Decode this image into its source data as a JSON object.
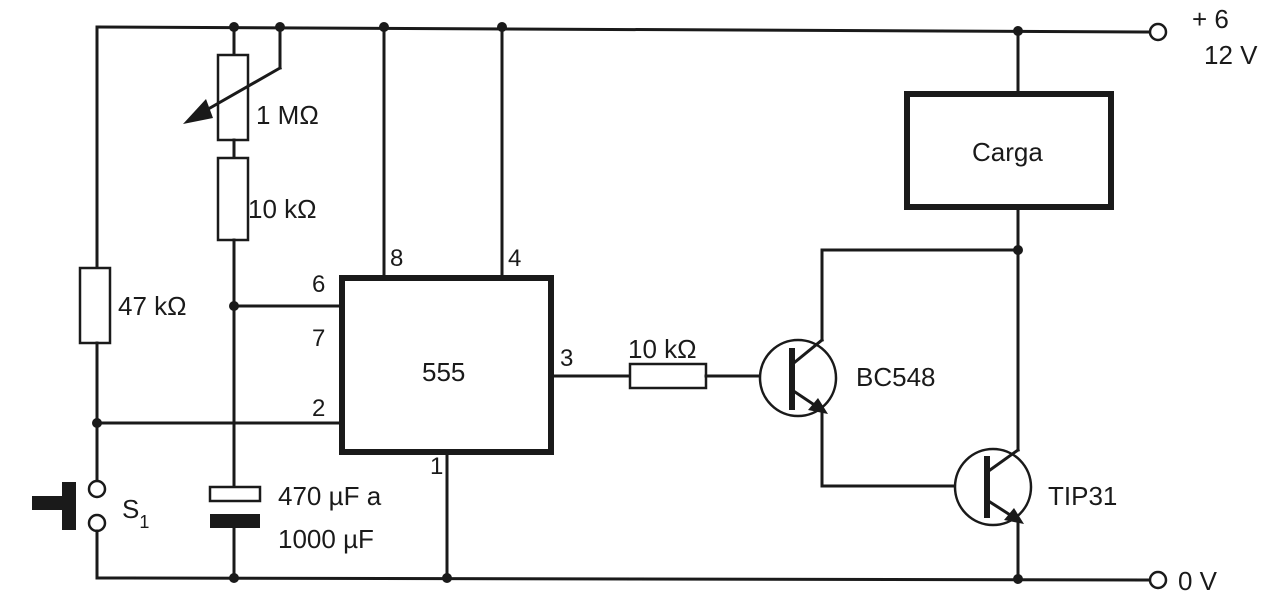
{
  "supply": {
    "positive_line1": "+ 6",
    "positive_line2": "12 V",
    "ground": "0 V"
  },
  "components": {
    "pot": "1 MΩ",
    "r_timing": "10 kΩ",
    "r_trigger": "47 kΩ",
    "cap_line1": "470 µF a",
    "cap_line2": "1000 µF",
    "switch": "S",
    "switch_sub": "1",
    "ic": "555",
    "r_base": "10 kΩ",
    "q1": "BC548",
    "q2": "TIP31",
    "load": "Carga"
  },
  "pins": {
    "p8": "8",
    "p4": "4",
    "p6": "6",
    "p7": "7",
    "p2": "2",
    "p3": "3",
    "p1": "1"
  }
}
